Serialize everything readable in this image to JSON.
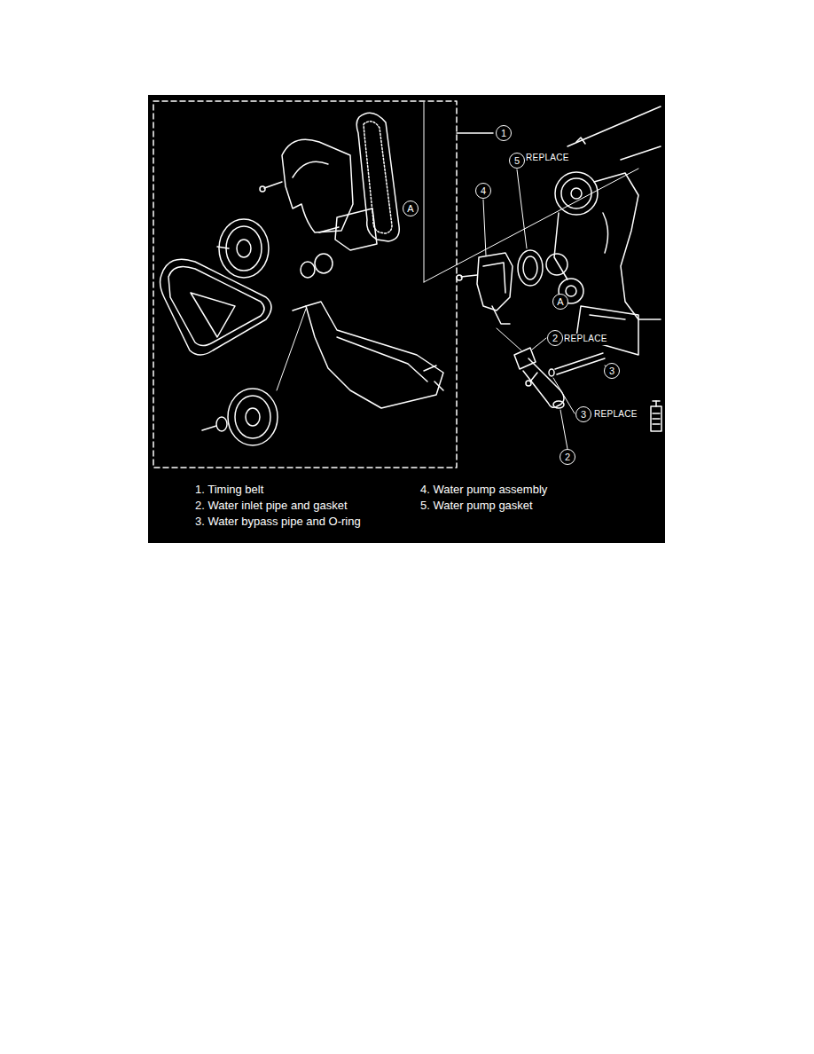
{
  "diagram": {
    "nodes": [
      {
        "text": [
          "1"
        ]
      },
      {
        "text": [
          "5"
        ]
      },
      {
        "text": [
          "4"
        ]
      },
      {
        "text": [
          "A"
        ]
      },
      {
        "text": [
          "A"
        ]
      },
      {
        "text": [
          "2"
        ]
      },
      {
        "text": [
          "3"
        ]
      },
      {
        "text": [
          "3"
        ]
      },
      {
        "text": [
          "2"
        ]
      }
    ],
    "labels": [
      "REPLACE",
      "REPLACE",
      "REPLACE",
      "1. Timing belt",
      "2. Water inlet pipe and gasket",
      "3. Water bypass pipe and O-ring",
      "4. Water pump assembly",
      "5. Water pump gasket"
    ]
  }
}
